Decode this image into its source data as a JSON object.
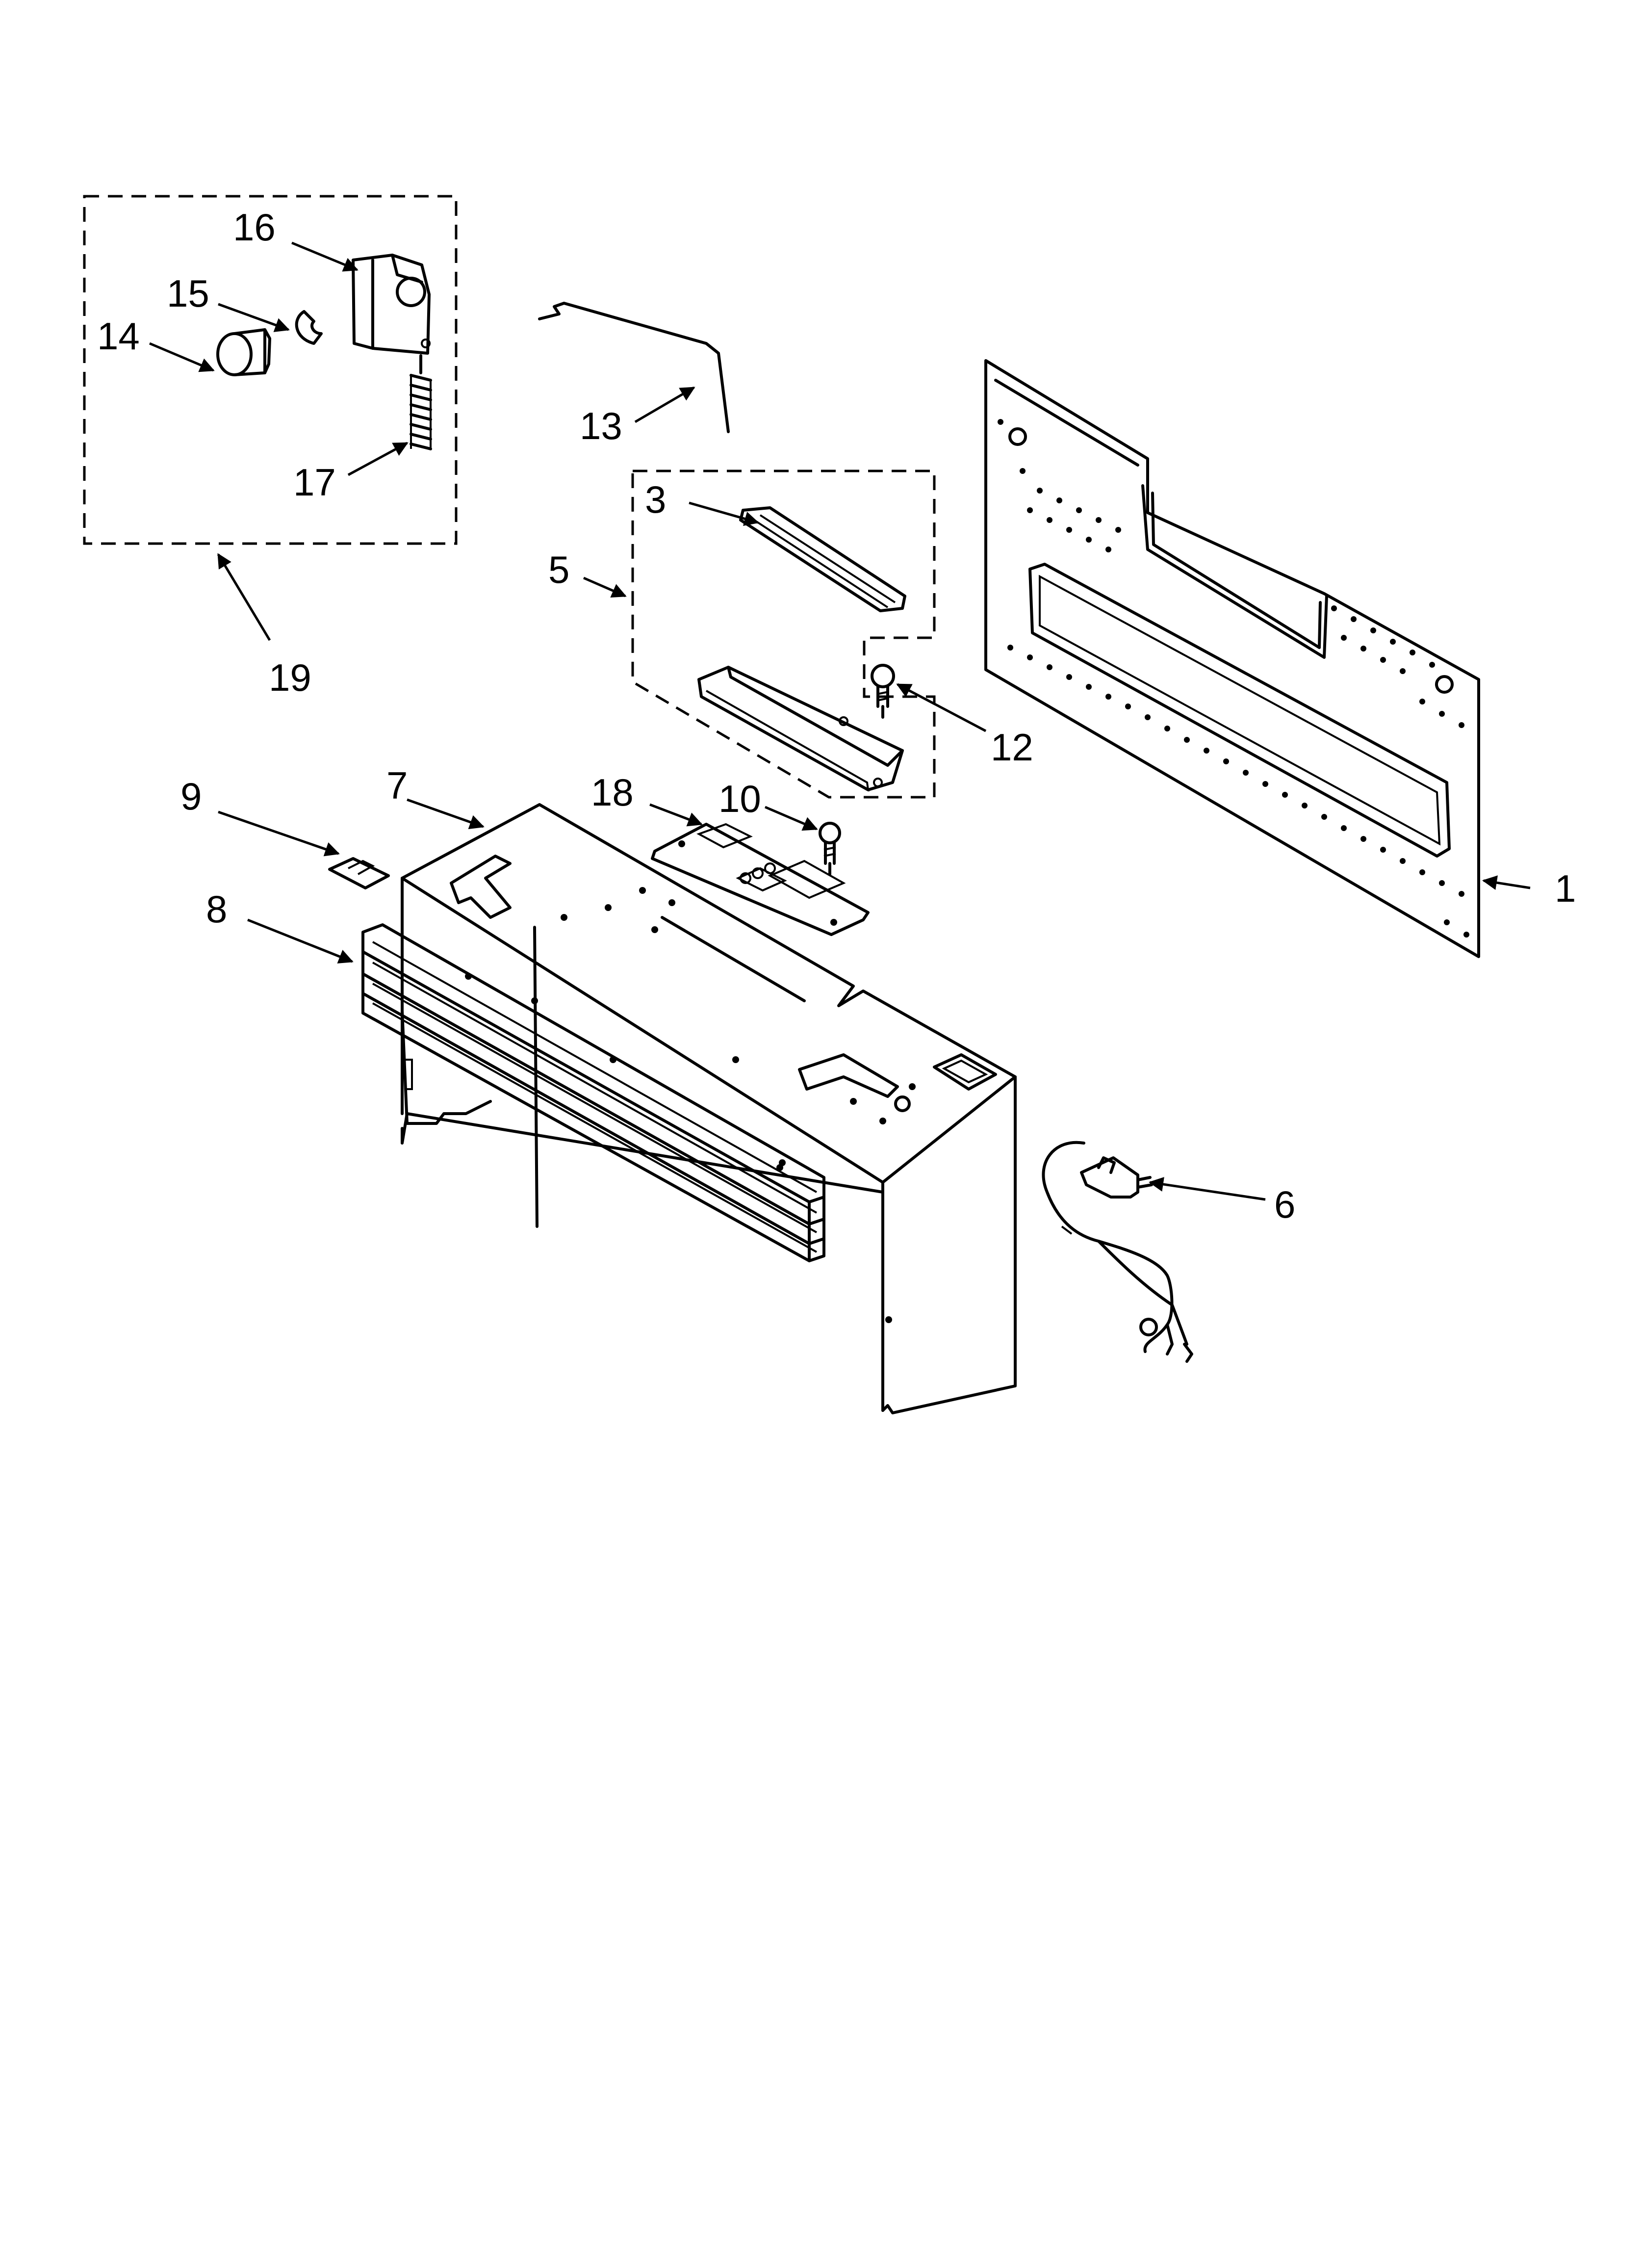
{
  "diagram": {
    "callouts": [
      {
        "id": "16",
        "label": "16"
      },
      {
        "id": "15",
        "label": "15"
      },
      {
        "id": "14",
        "label": "14"
      },
      {
        "id": "17",
        "label": "17"
      },
      {
        "id": "19",
        "label": "19"
      },
      {
        "id": "13",
        "label": "13"
      },
      {
        "id": "3",
        "label": "3"
      },
      {
        "id": "5",
        "label": "5"
      },
      {
        "id": "12",
        "label": "12"
      },
      {
        "id": "1",
        "label": "1"
      },
      {
        "id": "9",
        "label": "9"
      },
      {
        "id": "7",
        "label": "7"
      },
      {
        "id": "18",
        "label": "18"
      },
      {
        "id": "10",
        "label": "10"
      },
      {
        "id": "8",
        "label": "8"
      },
      {
        "id": "6",
        "label": "6"
      }
    ]
  }
}
